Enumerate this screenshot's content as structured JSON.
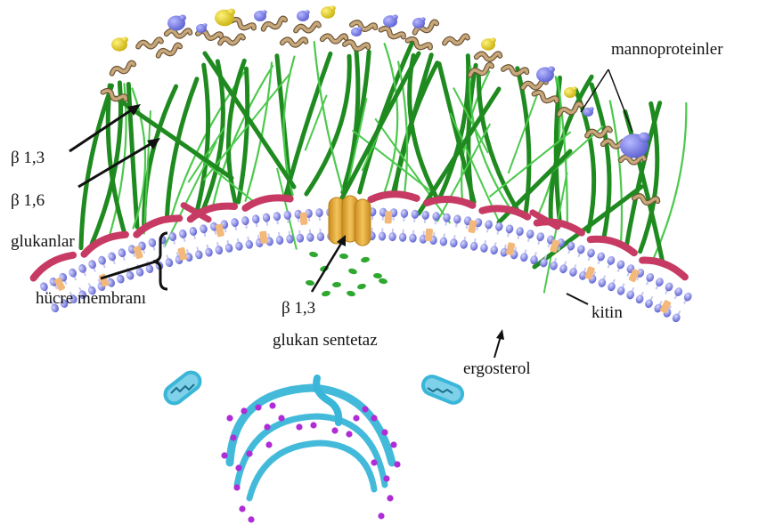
{
  "labels": {
    "mannoproteins": "mannoproteinler",
    "beta13": "β 1,3",
    "beta16": "β 1,6",
    "glucans": "glukanlar",
    "membrane": "hücre membranı",
    "synthase_line1": "β 1,3",
    "synthase_line2": "glukan sentetaz",
    "chitin": "kitin",
    "ergosterol": "ergosterol"
  },
  "colors": {
    "glucan_fiber_dark": "#1f8a1f",
    "glucan_fiber_light": "#4cc94c",
    "mannoprotein_ribbon": "#c8a87a",
    "mannoprotein_ribbon_edge": "#6b5436",
    "mannoprotein_blob_blue": "#7f7fe0",
    "mannoprotein_blob_yellow": "#e6d21e",
    "chitin": "#c63a64",
    "lipid_head": "#6f73d8",
    "ergosterol": "#f2b97a",
    "synthase": "#e0a431",
    "glucan_granule": "#2fa82f",
    "organelle": "#39b6d8",
    "vesicle": "#b02cd6",
    "arrow": "#111111"
  },
  "icons": {
    "pointer": "arrow-icon",
    "bracket": "curly-brace-icon"
  }
}
